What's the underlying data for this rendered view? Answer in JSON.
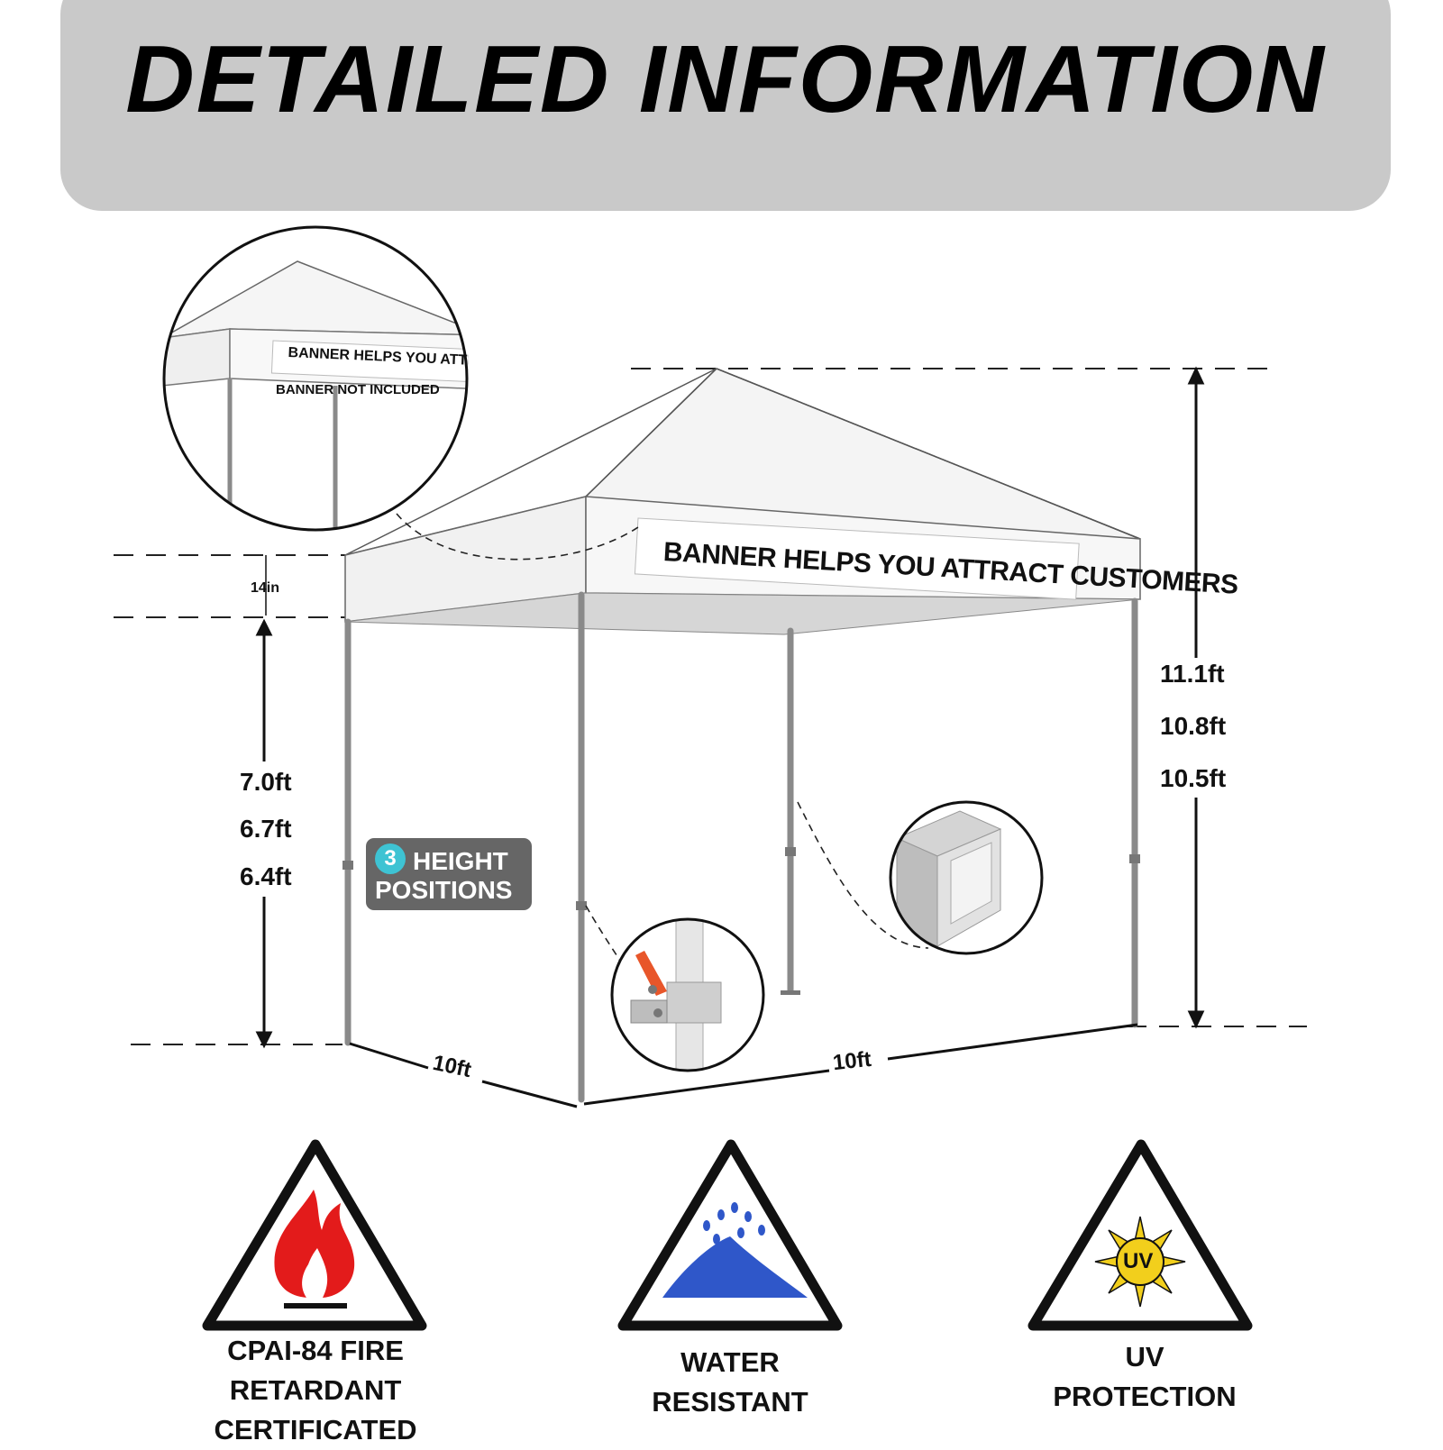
{
  "header": {
    "title": "DETAILED INFORMATION"
  },
  "banner": {
    "main_text": "BANNER HELPS YOU ATTRACT CUSTOMERS",
    "inset_text": "BANNER HELPS YOU ATTRACT CUS",
    "note": "BANNER NOT INCLUDED"
  },
  "dimensions": {
    "valance": "14in",
    "leg_heights": [
      "7.0ft",
      "6.7ft",
      "6.4ft"
    ],
    "total_heights": [
      "11.1ft",
      "10.8ft",
      "10.5ft"
    ],
    "width_left": "10ft",
    "width_right": "10ft"
  },
  "badge": {
    "number": "3",
    "line1": "HEIGHT",
    "line2": "POSITIONS"
  },
  "features": [
    {
      "icon": "fire-warning-icon",
      "line1": "CPAI-84 FIRE",
      "line2": "RETARDANT",
      "line3": "CERTIFICATED"
    },
    {
      "icon": "water-warning-icon",
      "line1": "WATER",
      "line2": "RESISTANT"
    },
    {
      "icon": "uv-warning-icon",
      "line1": "UV",
      "line2": "PROTECTION",
      "sun_text": "UV"
    }
  ],
  "colors": {
    "header_bg": "#c9c9c9",
    "badge_bg": "#666666",
    "badge_accent": "#3ec3d3",
    "fire": "#e31b1b",
    "water": "#2f57c9",
    "sun": "#f2cf1c"
  }
}
